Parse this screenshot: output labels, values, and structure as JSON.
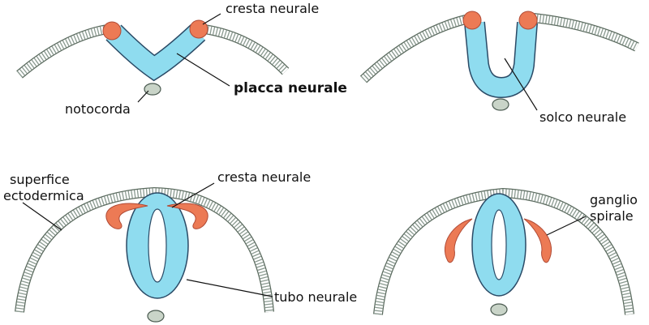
{
  "panel_1": {
    "cresta": "cresta neurale",
    "placca": "placca neurale",
    "notocorda": "notocorda"
  },
  "panel_2": {
    "solco": "solco neurale"
  },
  "panel_3": {
    "superfice_1": "superfice",
    "superfice_2": "ectodermica",
    "cresta": "cresta neurale",
    "tubo": "tubo neurale"
  },
  "panel_4": {
    "ganglio_1": "ganglio",
    "ganglio_2": "spirale"
  },
  "colors": {
    "neural_tissue": "#8fdcef",
    "neural_crest": "#ec7a55",
    "ectoderm": "#5a6a5e"
  }
}
